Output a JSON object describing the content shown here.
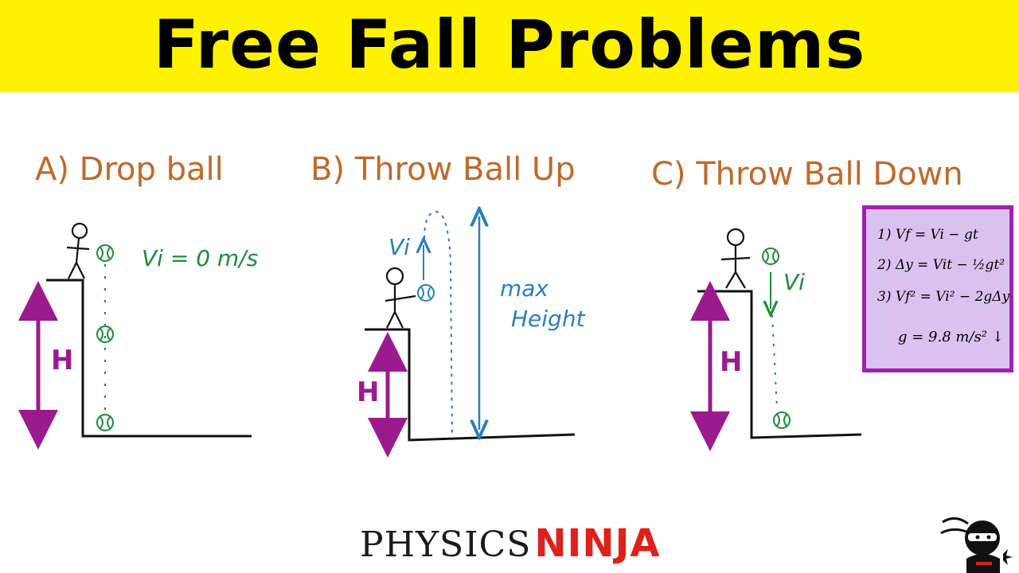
{
  "banner": {
    "title": "Free Fall Problems"
  },
  "scenarios": {
    "a": {
      "heading": "A) Drop ball",
      "velocity_label": "Vi = 0 m/s",
      "height_label": "H"
    },
    "b": {
      "heading": "B) Throw Ball Up",
      "velocity_label": "Vi",
      "max_height_line1": "max",
      "max_height_line2": "Height",
      "height_label": "H"
    },
    "c": {
      "heading": "C) Throw Ball Down",
      "velocity_label": "Vi",
      "height_label": "H"
    }
  },
  "equations": {
    "eq1": "1) Vf = Vi − gt",
    "eq2": "2) Δy = Vit − ½gt²",
    "eq3": "3) Vf² = Vi² − 2gΔy",
    "g": "g = 9.8 m/s² ↓"
  },
  "colors": {
    "banner": "#fff200",
    "heading": "#c0692a",
    "height_arrow": "#9b1a8e",
    "ball": "#1e8c3a",
    "throw_up": "#2a7fc0",
    "equation_box_fill": "#d9c2f0",
    "equation_box_border": "#a020b4",
    "brand_red": "#e0201b"
  },
  "brand": {
    "part1": "PHYSICS",
    "part2": "NINJA"
  }
}
